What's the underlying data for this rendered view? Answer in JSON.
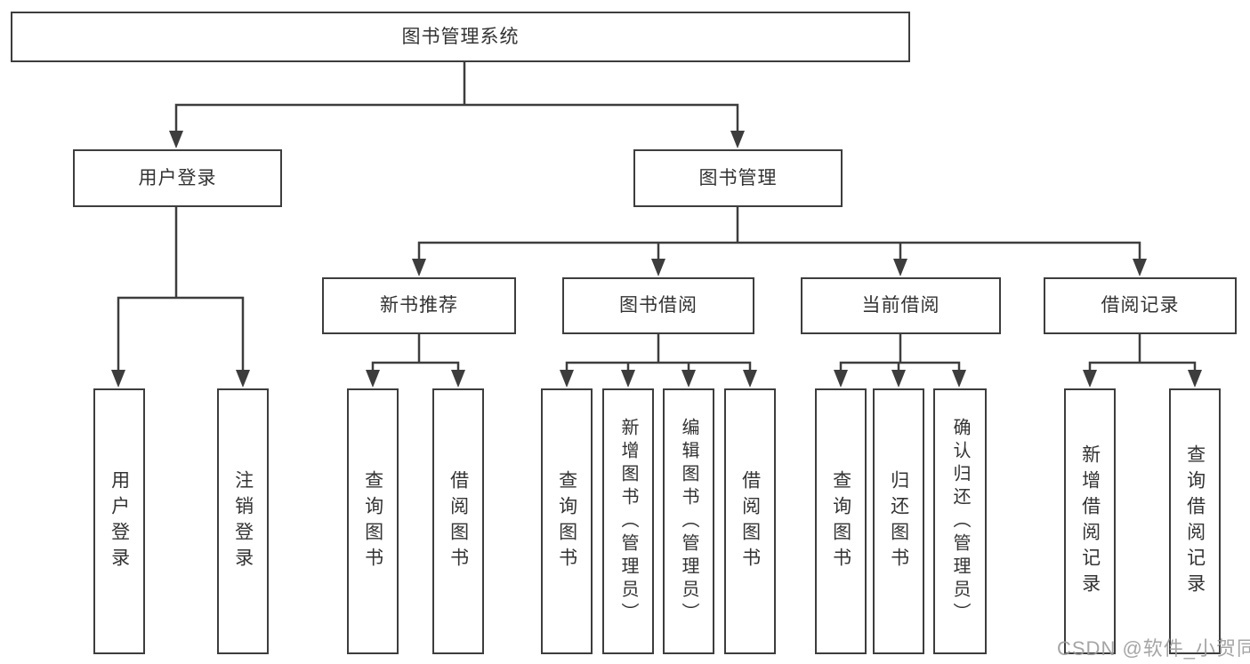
{
  "diagram": {
    "title": "图书管理系统",
    "watermark": "CSDN @软件_小贺同学",
    "colors": {
      "line": "#3d3d3d",
      "box_background": "#ffffff",
      "text": "#333333",
      "watermark": "#9c9c9c"
    },
    "nodes": {
      "root": {
        "label": "图书管理系统"
      },
      "user_login": {
        "label": "用户登录"
      },
      "book_management": {
        "label": "图书管理"
      },
      "new_book_recommend": {
        "label": "新书推荐"
      },
      "book_borrowing": {
        "label": "图书借阅"
      },
      "current_borrowing": {
        "label": "当前借阅"
      },
      "borrowing_records": {
        "label": "借阅记录"
      },
      "user_login_action": {
        "label": "用户登录"
      },
      "logout_action": {
        "label": "注销登录"
      },
      "recommend_query_books": {
        "label": "查询图书"
      },
      "recommend_borrow_books": {
        "label": "借阅图书"
      },
      "borrow_query_books": {
        "label": "查询图书"
      },
      "borrow_add_books": {
        "label": "新增图书（管理员）"
      },
      "borrow_edit_books": {
        "label": "编辑图书（管理员）"
      },
      "borrow_borrow_books": {
        "label": "借阅图书"
      },
      "current_query_books": {
        "label": "查询图书"
      },
      "current_return_books": {
        "label": "归还图书"
      },
      "current_confirm_return": {
        "label": "确认归还（管理员）"
      },
      "records_add_record": {
        "label": "新增借阅记录"
      },
      "records_query_record": {
        "label": "查询借阅记录"
      }
    }
  }
}
